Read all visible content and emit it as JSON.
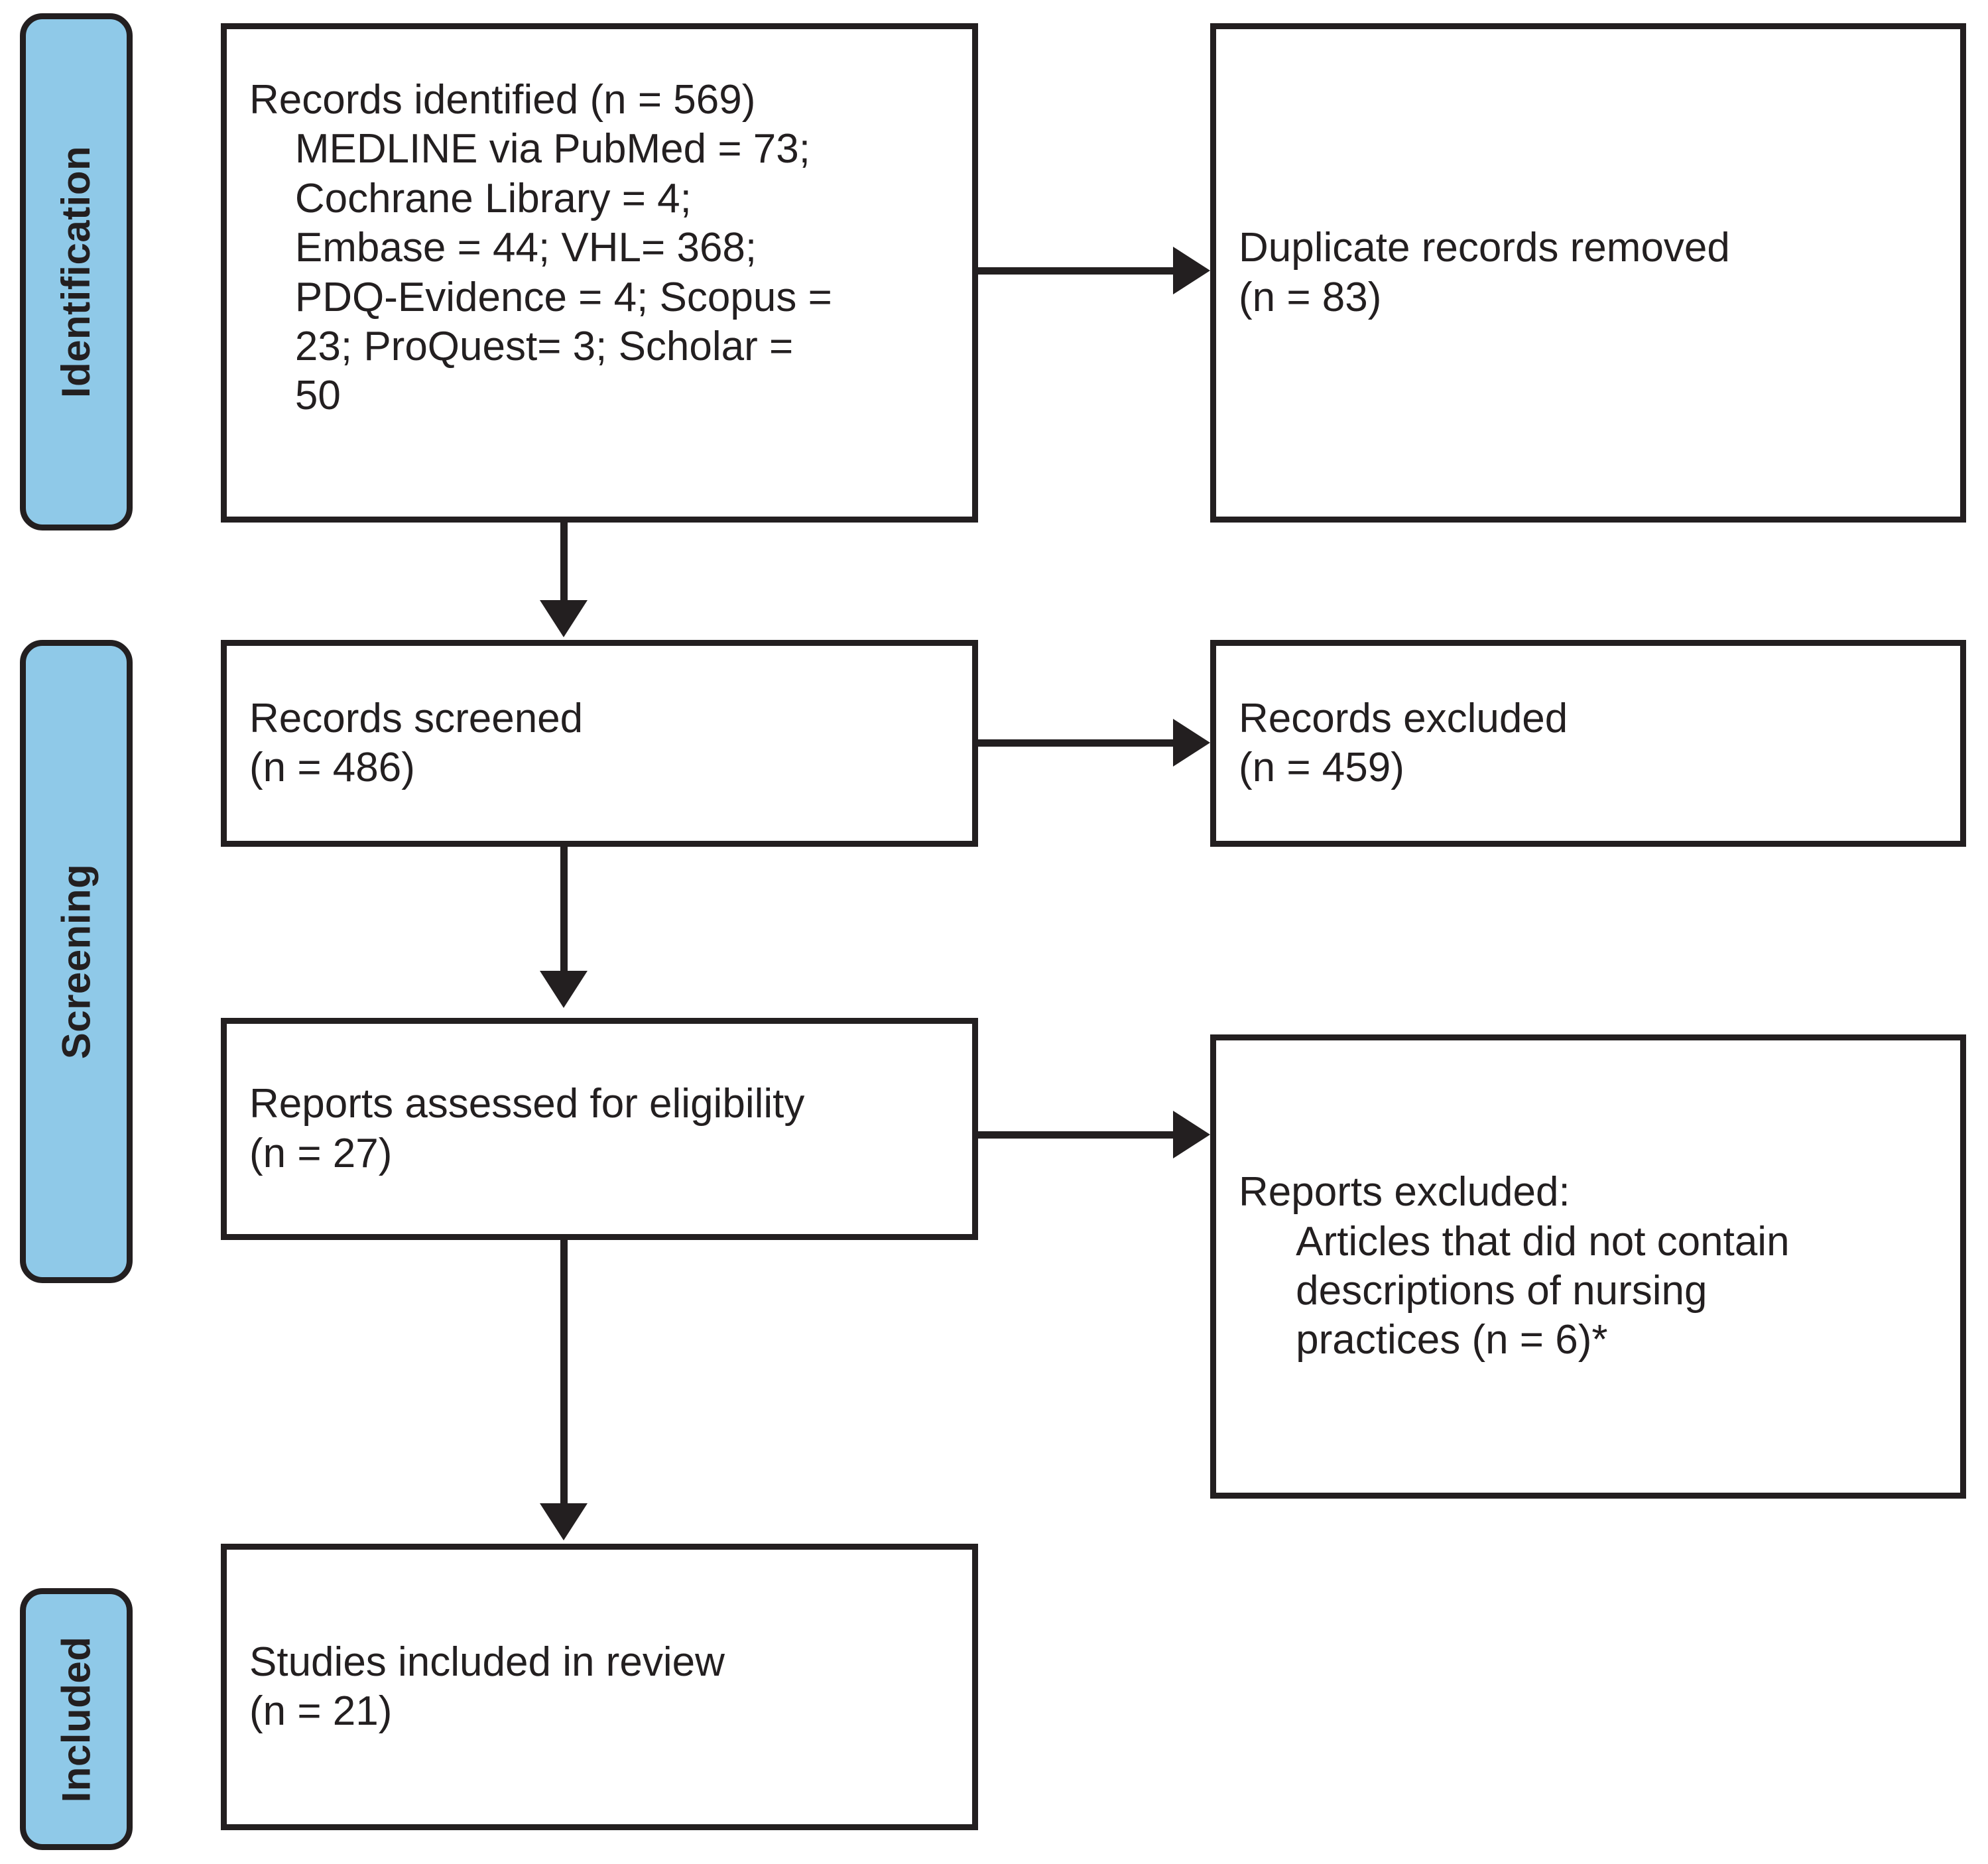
{
  "diagram": {
    "title": "PRISMA flow diagram",
    "accent_color": "#8FC9E8",
    "line_color": "#231f20",
    "background": "#ffffff"
  },
  "phases": [
    {
      "id": "identification",
      "label": "Identification"
    },
    {
      "id": "screening",
      "label": "Screening"
    },
    {
      "id": "included",
      "label": "Included"
    }
  ],
  "boxes": {
    "records_identified": {
      "text": "Records identified (n = 569)\n    MEDLINE via PubMed = 73;\n    Cochrane Library = 4;\n    Embase = 44; VHL= 368;\n    PDQ-Evidence = 4; Scopus =\n    23; ProQuest= 3; Scholar =\n    50",
      "n": 569,
      "sources": [
        {
          "name": "MEDLINE via PubMed",
          "count": 73
        },
        {
          "name": "Cochrane Library",
          "count": 4
        },
        {
          "name": "Embase",
          "count": 44
        },
        {
          "name": "VHL",
          "count": 368
        },
        {
          "name": "PDQ-Evidence",
          "count": 4
        },
        {
          "name": "Scopus",
          "count": 23
        },
        {
          "name": "ProQuest",
          "count": 3
        },
        {
          "name": "Scholar",
          "count": 50
        }
      ]
    },
    "duplicates_removed": {
      "text": "Duplicate records removed\n(n = 83)",
      "n": 83
    },
    "records_screened": {
      "text": "Records screened\n(n = 486)",
      "n": 486
    },
    "records_excluded": {
      "text": "Records excluded\n(n = 459)",
      "n": 459
    },
    "reports_assessed": {
      "text": "Reports assessed for eligibility\n(n = 27)",
      "n": 27
    },
    "reports_excluded": {
      "text": "Reports excluded:\n     Articles that did not contain\n     descriptions of nursing\n     practices (n = 6)*",
      "n": 6
    },
    "studies_included": {
      "text": "Studies included in review\n(n = 21)",
      "n": 21
    }
  }
}
